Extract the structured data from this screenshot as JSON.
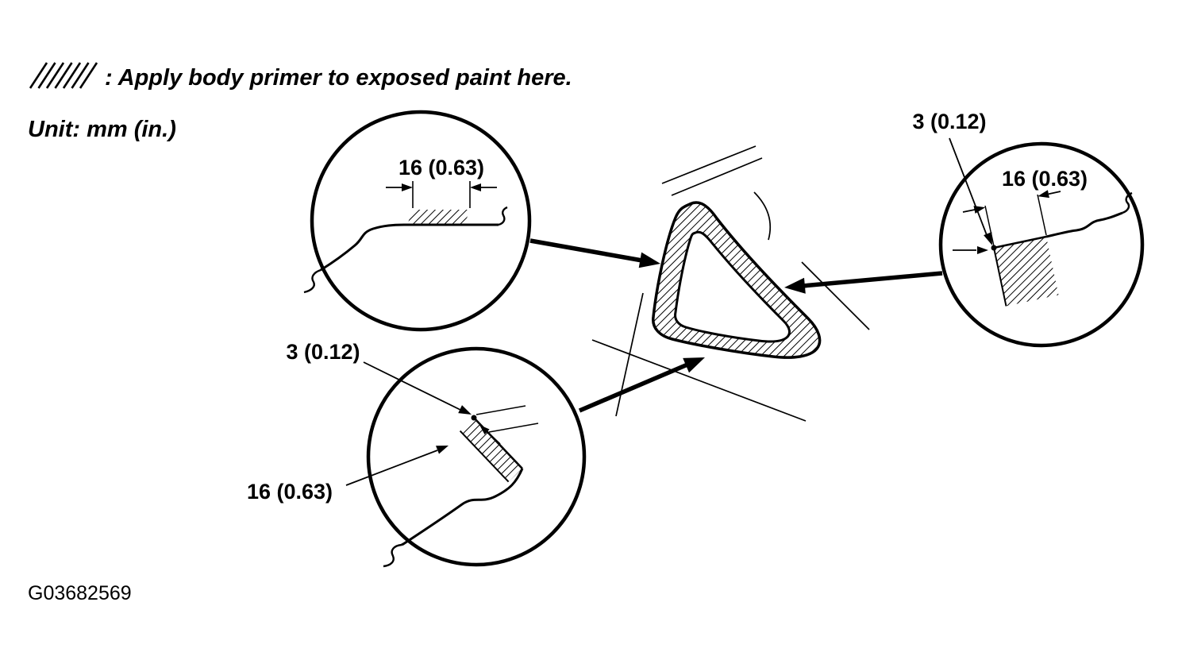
{
  "colors": {
    "background": "#ffffff",
    "ink": "#000000"
  },
  "legend": {
    "label": ": Apply body primer to exposed paint here."
  },
  "unit": {
    "label": "Unit: mm (in.)"
  },
  "figure": {
    "id": "G03682569"
  },
  "dimensions": {
    "top_detail": {
      "width": "16 (0.63)"
    },
    "bottom_detail": {
      "edge_gap": "3 (0.12)",
      "width": "16 (0.63)"
    },
    "right_detail": {
      "edge_gap": "3 (0.12)",
      "width": "16 (0.63)"
    }
  }
}
